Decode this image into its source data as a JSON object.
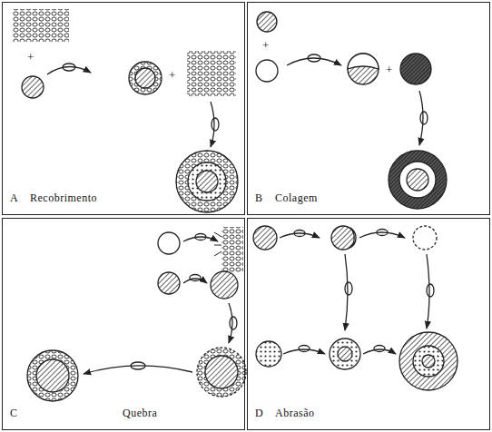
{
  "diagram": {
    "nodes": [
      {
        "text": [
          "A",
          "Recobrimento"
        ]
      },
      {
        "text": [
          "B",
          "Colagem"
        ]
      },
      {
        "text": [
          "C",
          "Quebra"
        ]
      },
      {
        "text": [
          "D",
          "Abrasão"
        ]
      }
    ],
    "labels": [
      "+",
      "+",
      "+",
      "+"
    ]
  }
}
